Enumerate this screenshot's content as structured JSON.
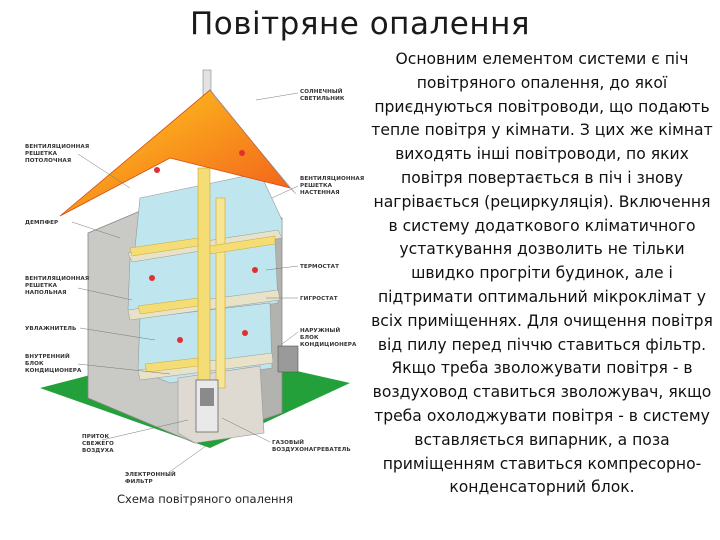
{
  "title": "Повітряне опалення",
  "body": "Основним елементом системи є піч повітряного опалення, до якої приєднуються повітроводи, що подають тепле повітря у кімнати. З цих же кімнат виходять інші повітроводи, по яких повітря повертається в піч і знову нагрівається (рециркуляція). Включення в систему додаткового кліматичного устаткування дозволить не тільки швидко прогріти будинок, але і підтримати оптимальний мікроклімат у всіх приміщеннях. Для очищення повітря від пилу перед піччю ставиться фільтр. Якщо треба зволожувати повітря - в воздуховод ставиться зволожувач, якщо треба охолоджувати повітря - в систему вставляється випарник, а поза приміщенням ставиться компресорно-конденсаторний блок.",
  "caption": "Схема повітряного опалення",
  "labels": {
    "l1": [
      "СОЛНЕЧНЫЙ",
      "СВЕТИЛЬНИК"
    ],
    "l2": [
      "ВЕНТИЛЯЦИОННАЯ",
      "РЕШЕТКА",
      "ПОТОЛОЧНАЯ"
    ],
    "l3": [
      "ВЕНТИЛЯЦИОННАЯ",
      "РЕШЕТКА",
      "НАСТЕННАЯ"
    ],
    "l4": [
      "ДЕМПФЕР"
    ],
    "l5": [
      "ТЕРМОСТАТ"
    ],
    "l6": [
      "ВЕНТИЛЯЦИОННАЯ",
      "РЕШЕТКА",
      "НАПОЛЬНАЯ"
    ],
    "l7": [
      "ГИГРОСТАТ"
    ],
    "l8": [
      "УВЛАЖНИТЕЛЬ"
    ],
    "l9": [
      "НАРУЖНЫЙ",
      "БЛОК",
      "КОНДИЦИОНЕРА"
    ],
    "l10": [
      "ВНУТРЕННИЙ",
      "БЛОК",
      "КОНДИЦИОНЕРА"
    ],
    "l11": [
      "ПРИТОК",
      "СВЕЖЕГО",
      "ВОЗДУХА"
    ],
    "l12": [
      "ГАЗОВЫЙ",
      "ВОЗДУХОНАГРЕВАТЕЛЬ"
    ],
    "l13": [
      "ЭЛЕКТРОННЫЙ",
      "ФИЛЬТР"
    ]
  },
  "colors": {
    "roof_top": "#ffd21f",
    "roof_bottom": "#f2581a",
    "wall": "#c9c9c5",
    "room": "#bfe6ee",
    "lawn": "#24a03a",
    "duct": "#f3dd74"
  }
}
